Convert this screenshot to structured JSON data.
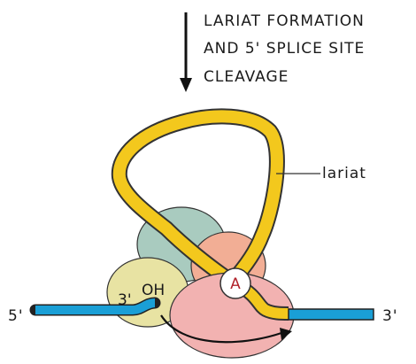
{
  "step": {
    "line1": "LARIAT FORMATION",
    "line2": "AND 5' SPLICE SITE",
    "line3": "CLEAVAGE"
  },
  "labels": {
    "lariat": "lariat",
    "five_prime_left": "5'",
    "three_prime_right": "3'",
    "three_prime_oh_a": "3'",
    "three_prime_oh_b": "OH",
    "branch_point": "A"
  },
  "colors": {
    "rna_exon": "#1a9fd6",
    "intron_lariat": "#f3c81d",
    "subunit_teal": "#a9cbbf",
    "subunit_peach": "#f2ae95",
    "subunit_cream": "#e8e3a3",
    "subunit_pink": "#f2b2b1",
    "branch_letter": "#b1222b"
  }
}
